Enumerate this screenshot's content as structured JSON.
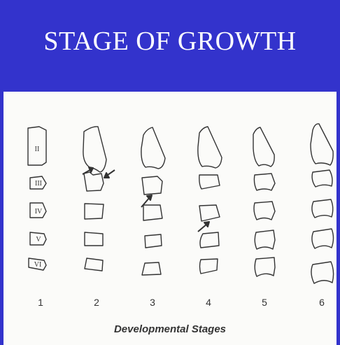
{
  "title": "STAGE OF GROWTH",
  "stage_numbers": [
    "1",
    "2",
    "3",
    "4",
    "5",
    "6"
  ],
  "caption": "Developmental Stages",
  "stage1_roman_labels": [
    "II",
    "III",
    "IV",
    "V",
    "VI"
  ],
  "colors": {
    "title_background": "#3333cc",
    "title_text": "#ffffff",
    "panel_background": "#fbfbf9",
    "line": "#333333"
  }
}
